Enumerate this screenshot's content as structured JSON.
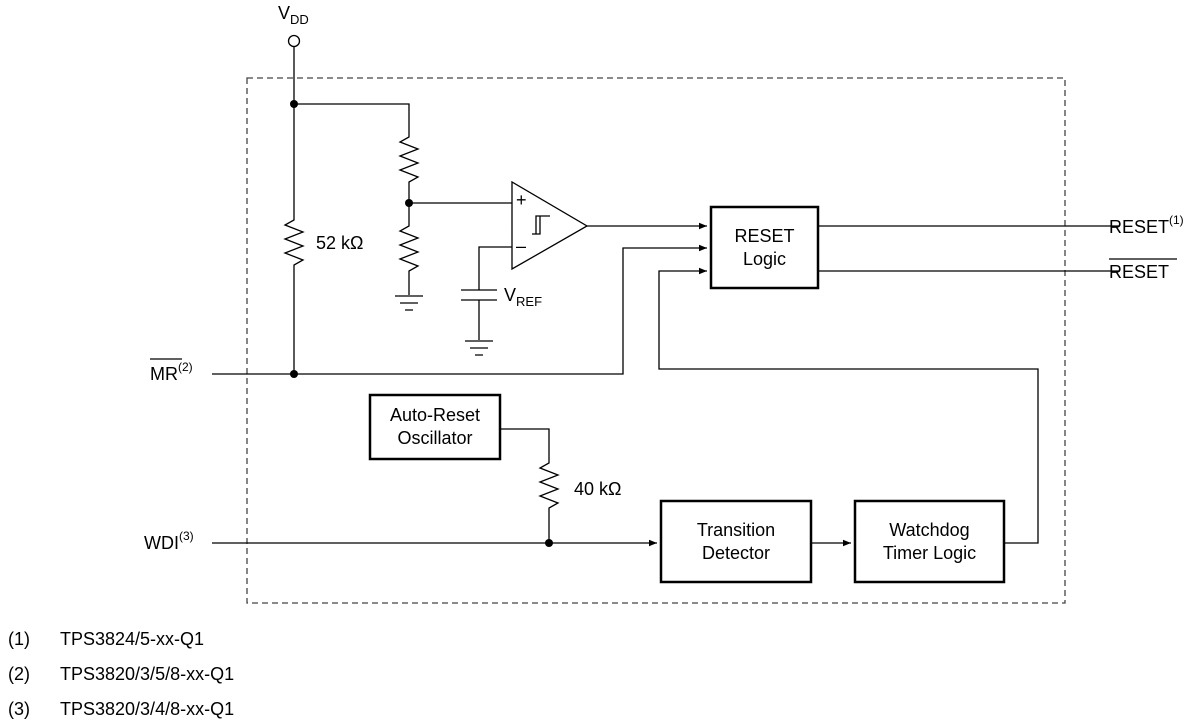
{
  "labels": {
    "vdd_main": "V",
    "vdd_sub": "DD",
    "r52": "52 kΩ",
    "r40": "40 kΩ",
    "vref_main": "V",
    "vref_sub": "REF",
    "plus": "+",
    "minus": "–",
    "mr": "MR",
    "mr_sup": "(2)",
    "wdi": "WDI",
    "wdi_sup": "(3)",
    "reset": "RESET",
    "reset_sup": "(1)",
    "reset_n": "RESET"
  },
  "blocks": {
    "reset_logic": [
      "RESET",
      "Logic"
    ],
    "auto_reset": [
      "Auto-Reset",
      "Oscillator"
    ],
    "transition": [
      "Transition",
      "Detector"
    ],
    "watchdog": [
      "Watchdog",
      "Timer Logic"
    ]
  },
  "notes": [
    {
      "num": "(1)",
      "text": "TPS3824/5-xx-Q1"
    },
    {
      "num": "(2)",
      "text": "TPS3820/3/5/8-xx-Q1"
    },
    {
      "num": "(3)",
      "text": "TPS3820/3/4/8-xx-Q1"
    }
  ]
}
